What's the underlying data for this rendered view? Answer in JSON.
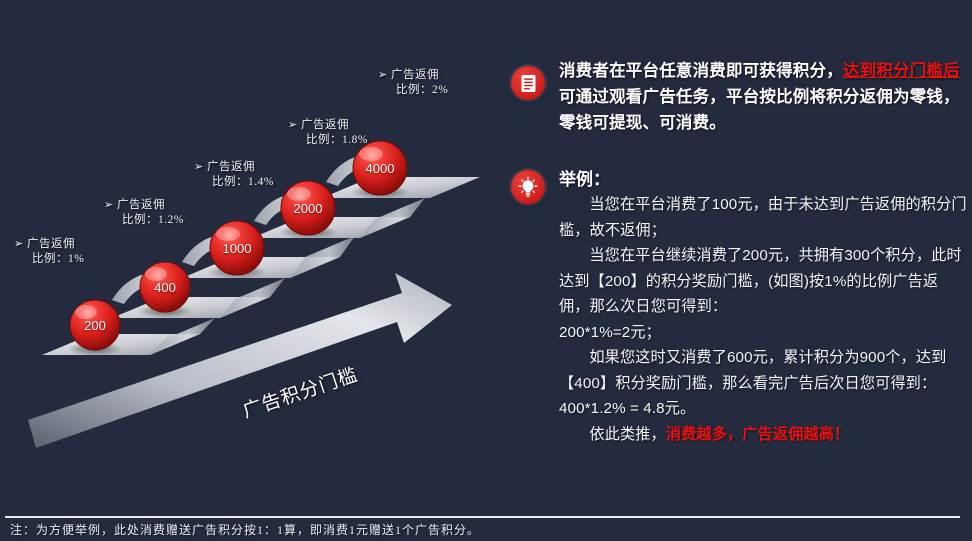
{
  "background_color": "#252b3e",
  "accent_red": "#e8110f",
  "ball_color": "#e0231f",
  "diagram": {
    "axis_caption": "广告积分门槛",
    "steps": [
      {
        "ball": "200",
        "label_line1": "广告返佣",
        "label_line2": "比例：1%"
      },
      {
        "ball": "400",
        "label_line1": "广告返佣",
        "label_line2": "比例：1.2%"
      },
      {
        "ball": "1000",
        "label_line1": "广告返佣",
        "label_line2": "比例：1.4%"
      },
      {
        "ball": "2000",
        "label_line1": "广告返佣",
        "label_line2": "比例：1.8%"
      },
      {
        "ball": "4000",
        "label_line1": "广告返佣",
        "label_line2": "比例：2%"
      }
    ],
    "bullet_glyph": "➢"
  },
  "panel": {
    "intro": {
      "icon": "document-icon",
      "seg1": "消费者在平台任意消费即可获得积分，",
      "seg2_highlight": "达到积分门槛后",
      "seg3": "可通过观看广告任务，平台按比例将积分返佣为零钱，零钱可提现、可消费。"
    },
    "example": {
      "icon": "lightbulb-icon",
      "heading": "举例：",
      "paragraphs": [
        "当您在平台消费了100元，由于未达到广告返佣的积分门槛，故不返佣；",
        "当您在平台继续消费了200元，共拥有300个积分，此时达到【200】的积分奖励门槛，(如图)按1%的比例广告返佣，那么次日您可得到：",
        "200*1%=2元；",
        "如果您这时又消费了600元，累计积分为900个，达到【400】积分奖励门槛，那么看完广告后次日您可得到：400*1.2% = 4.8元。"
      ],
      "conclusion_prefix": "依此类推，",
      "conclusion_highlight": "消费越多，广告返佣越高！"
    }
  },
  "footer": {
    "note": "注：为方便举例，此处消费赠送广告积分按1：1算，即消费1元赠送1个广告积分。"
  },
  "chart_data": {
    "type": "bar",
    "title": "广告积分门槛",
    "categories": [
      "200",
      "400",
      "1000",
      "2000",
      "4000"
    ],
    "values": [
      1,
      1.2,
      1.4,
      1.8,
      2
    ],
    "xlabel": "广告积分门槛",
    "ylabel": "广告返佣比例 (%)",
    "tick_labels": [
      "比例：1%",
      "比例：1.2%",
      "比例：1.4%",
      "比例：1.8%",
      "比例：2%"
    ]
  }
}
